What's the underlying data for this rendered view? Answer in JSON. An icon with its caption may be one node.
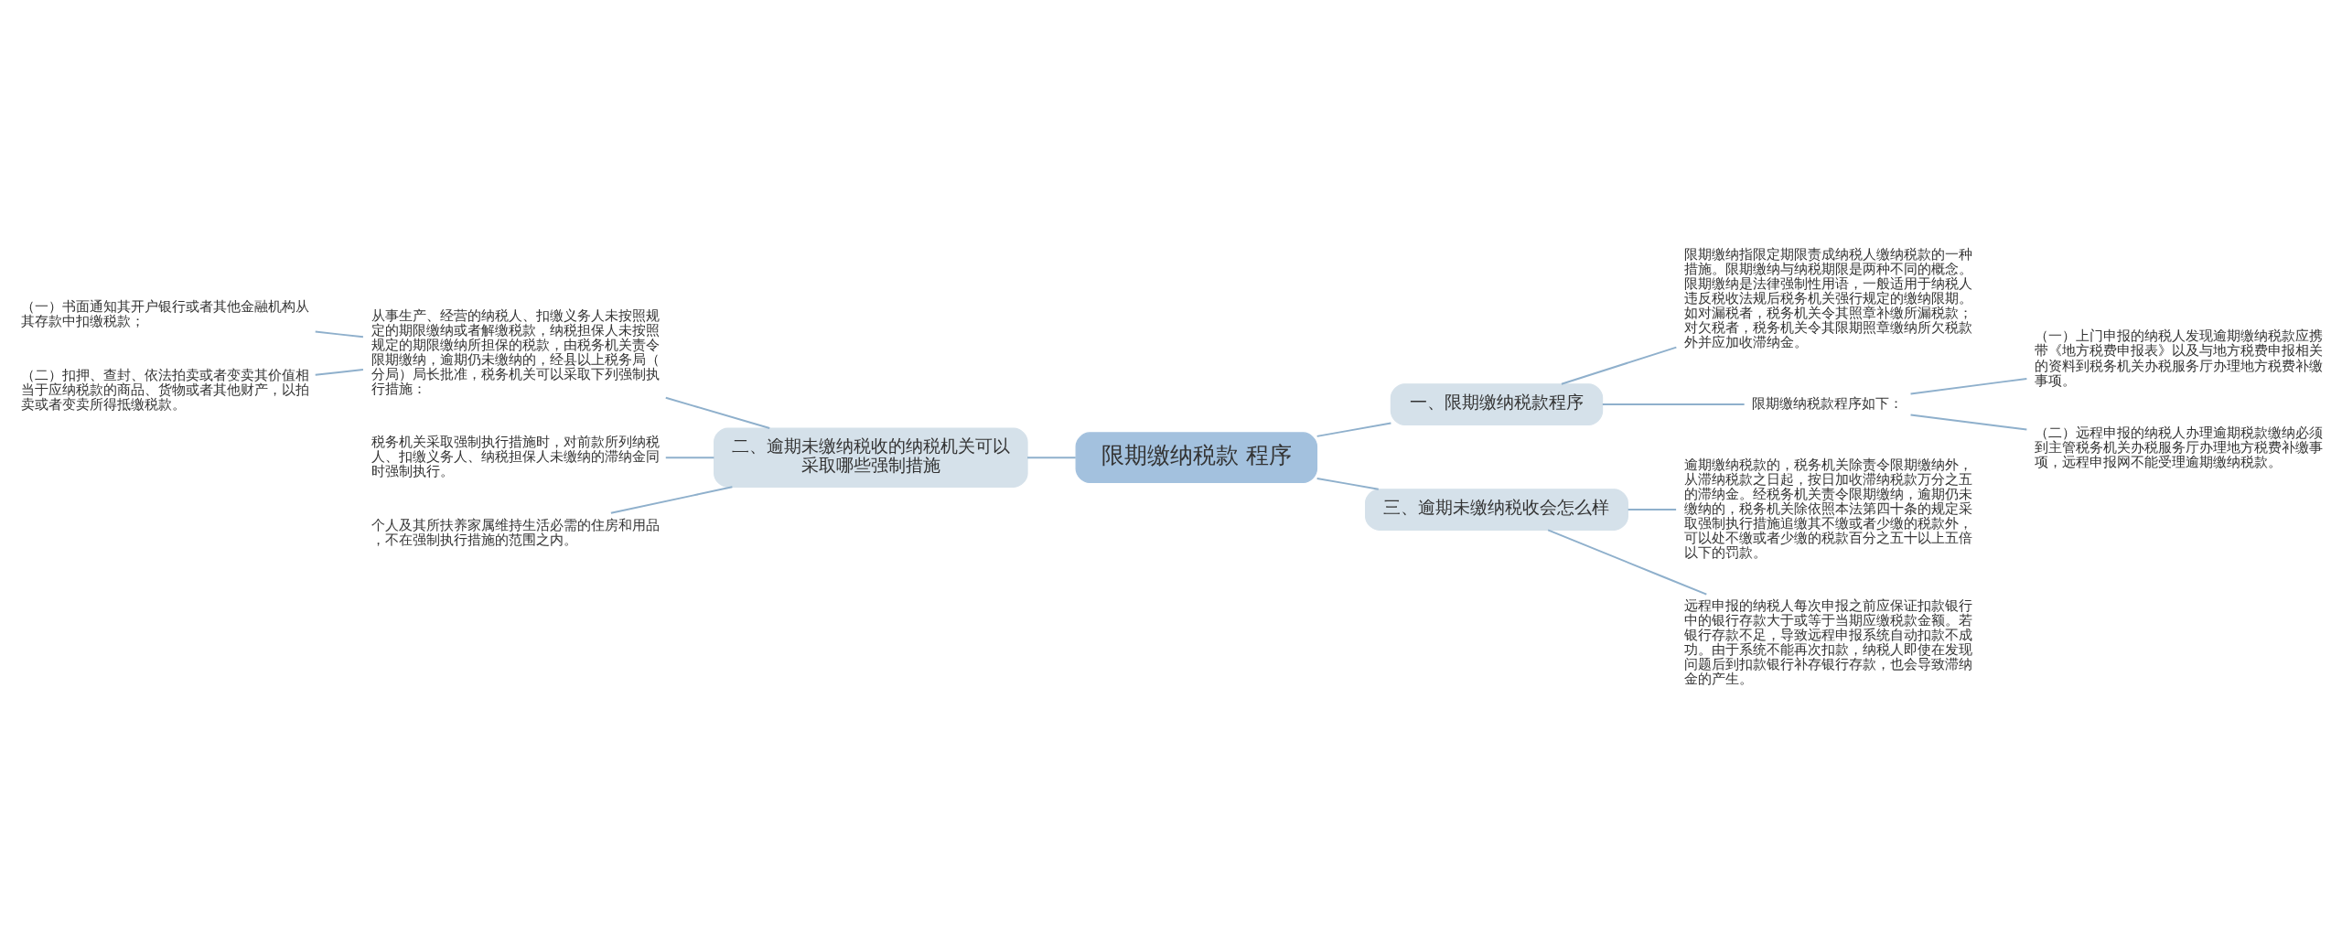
{
  "diagram": {
    "nodes": [
      {
        "text": [
          "限期缴纳税款 程序"
        ]
      },
      {
        "text": [
          "一、限期缴纳税款程序"
        ]
      },
      {
        "text": [
          "限期缴纳指限定期限责成纳税人缴纳税款的一种措施。限期缴纳与纳税期限是两种不同的概念。限期缴纳是法律强制性用语，一般适用于纳税人违反税收法规后税务机关强行规定的缴纳限期。如对漏税者，税务机关令其照章补缴所漏税款；对欠税者，税务机关令其限期照章缴纳所欠税款外并应加收滞纳金。"
        ]
      },
      {
        "text": [
          "限期缴纳税款程序如下："
        ]
      },
      {
        "text": [
          "（一）上门申报的纳税人发现逾期缴纳税款应携带《地方税费申报表》以及与地方税费申报相关的资料到税务机关办税服务厅办理地方税费补缴事项。"
        ]
      },
      {
        "text": [
          "（二）远程申报的纳税人办理逾期税款缴纳必须到主管税务机关办税服务厅办理地方税费补缴事项，远程申报网不能受理逾期缴纳税款。"
        ]
      },
      {
        "text": [
          "二、逾期未缴纳税收的纳税机关可以采取哪些强制措施"
        ]
      },
      {
        "text": [
          "从事生产、经营的纳税人、扣缴义务人未按照规定的期限缴纳或者解缴税款，纳税担保人未按照规定的期限缴纳所担保的税款，由税务机关责令限期缴纳，逾期仍未缴纳的，经县以上税务局（分局）局长批准，税务机关可以采取下列强制执行措施："
        ]
      },
      {
        "text": [
          "（一）书面通知其开户银行或者其他金融机构从其存款中扣缴税款；"
        ]
      },
      {
        "text": [
          "（二）扣押、查封、依法拍卖或者变卖其价值相当于应纳税款的商品、货物或者其他财产，以拍卖或者变卖所得抵缴税款。"
        ]
      },
      {
        "text": [
          "税务机关采取强制执行措施时，对前款所列纳税人、扣缴义务人、纳税担保人未缴纳的滞纳金同时强制执行。"
        ]
      },
      {
        "text": [
          "个人及其所扶养家属维持生活必需的住房和用品，不在强制执行措施的范围之内。"
        ]
      },
      {
        "text": [
          "三、逾期未缴纳税收会怎么样"
        ]
      },
      {
        "text": [
          "逾期缴纳税款的，税务机关除责令限期缴纳外，从滞纳税款之日起，按日加收滞纳税款万分之五的滞纳金。经税务机关责令限期缴纳，逾期仍未缴纳的，税务机关除依照本法第四十条的规定采取强制执行措施追缴其不缴或者少缴的税款外，可以处不缴或者少缴的税款百分之五十以上五倍以下的罚款。"
        ]
      },
      {
        "text": [
          "远程申报的纳税人每次申报之前应保证扣款银行中的银行存款大于或等于当期应缴税款金额。若银行存款不足，导致远程申报系统自动扣款不成功。由于系统不能再次扣款，纳税人即使在发现问题后到扣款银行补存银行存款，也会导致滞纳金的产生。"
        ]
      }
    ],
    "edges": [
      {
        "from": 0,
        "to": 1,
        "arrow": "none"
      },
      {
        "from": 1,
        "to": 2,
        "arrow": "none"
      },
      {
        "from": 1,
        "to": 3,
        "arrow": "none"
      },
      {
        "from": 3,
        "to": 4,
        "arrow": "none"
      },
      {
        "from": 3,
        "to": 5,
        "arrow": "none"
      },
      {
        "from": 0,
        "to": 6,
        "arrow": "none"
      },
      {
        "from": 6,
        "to": 7,
        "arrow": "none"
      },
      {
        "from": 7,
        "to": 8,
        "arrow": "none"
      },
      {
        "from": 7,
        "to": 9,
        "arrow": "none"
      },
      {
        "from": 6,
        "to": 10,
        "arrow": "none"
      },
      {
        "from": 6,
        "to": 11,
        "arrow": "none"
      },
      {
        "from": 0,
        "to": 12,
        "arrow": "none"
      },
      {
        "from": 12,
        "to": 13,
        "arrow": "none"
      },
      {
        "from": 12,
        "to": 14,
        "arrow": "none"
      }
    ]
  }
}
